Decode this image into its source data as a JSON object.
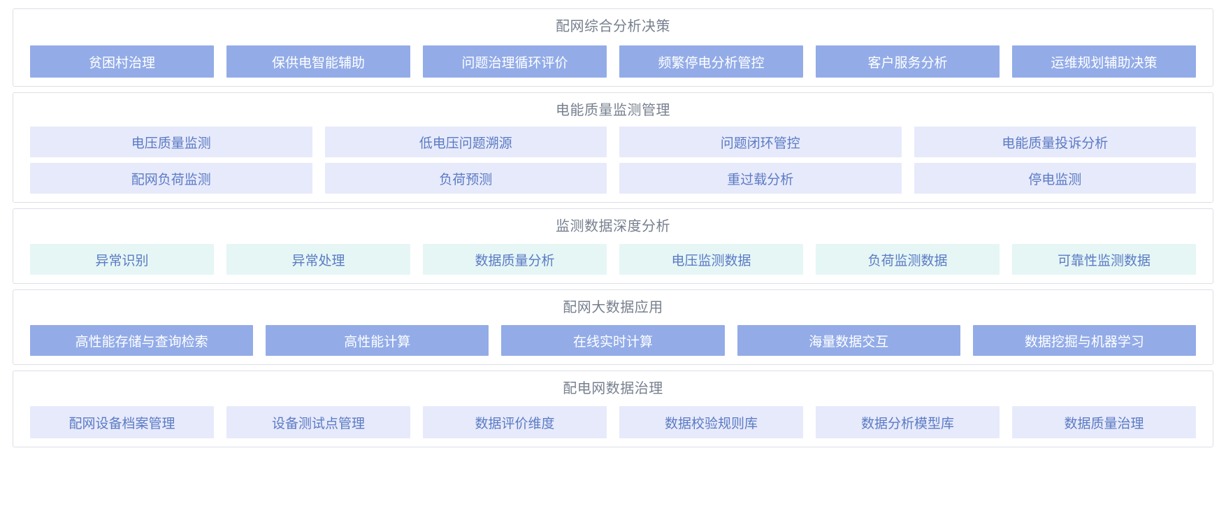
{
  "page": {
    "background": "#ffffff",
    "accent_blue": "#93ace8",
    "accent_lavender": "#e7eafb",
    "accent_mint": "#e5f6f5",
    "title_color": "#77808f",
    "label_blue_text": "#5b7bc4",
    "label_white_text": "#ffffff",
    "panel_border": "#dcdfe6"
  },
  "panels": [
    {
      "title": "配网综合分析决策",
      "style": "blue",
      "rows": [
        {
          "items": [
            {
              "label": "贫困村治理"
            },
            {
              "label": "保供电智能辅助"
            },
            {
              "label": "问题治理循环评价"
            },
            {
              "label": "频繁停电分析管控"
            },
            {
              "label": "客户服务分析"
            },
            {
              "label": "运维规划辅助决策"
            }
          ]
        }
      ]
    },
    {
      "title": "电能质量监测管理",
      "style": "lavender",
      "rows": [
        {
          "items": [
            {
              "label": "电压质量监测"
            },
            {
              "label": "低电压问题溯源"
            },
            {
              "label": "问题闭环管控"
            },
            {
              "label": "电能质量投诉分析"
            }
          ]
        },
        {
          "items": [
            {
              "label": "配网负荷监测"
            },
            {
              "label": "负荷预测"
            },
            {
              "label": "重过载分析"
            },
            {
              "label": "停电监测"
            }
          ]
        }
      ]
    },
    {
      "title": "监测数据深度分析",
      "style": "mint",
      "rows": [
        {
          "items": [
            {
              "label": "异常识别"
            },
            {
              "label": "异常处理"
            },
            {
              "label": "数据质量分析"
            },
            {
              "label": "电压监测数据"
            },
            {
              "label": "负荷监测数据"
            },
            {
              "label": "可靠性监测数据"
            }
          ]
        }
      ]
    },
    {
      "title": "配网大数据应用",
      "style": "blue",
      "rows": [
        {
          "items": [
            {
              "label": "高性能存储与查询检索"
            },
            {
              "label": "高性能计算"
            },
            {
              "label": "在线实时计算"
            },
            {
              "label": "海量数据交互"
            },
            {
              "label": "数据挖掘与机器学习"
            }
          ]
        }
      ]
    },
    {
      "title": "配电网数据治理",
      "style": "lavender",
      "rows": [
        {
          "items": [
            {
              "label": "配网设备档案管理"
            },
            {
              "label": "设备测试点管理"
            },
            {
              "label": "数据评价维度"
            },
            {
              "label": "数据校验规则库"
            },
            {
              "label": "数据分析模型库"
            },
            {
              "label": "数据质量治理"
            }
          ]
        }
      ]
    }
  ]
}
